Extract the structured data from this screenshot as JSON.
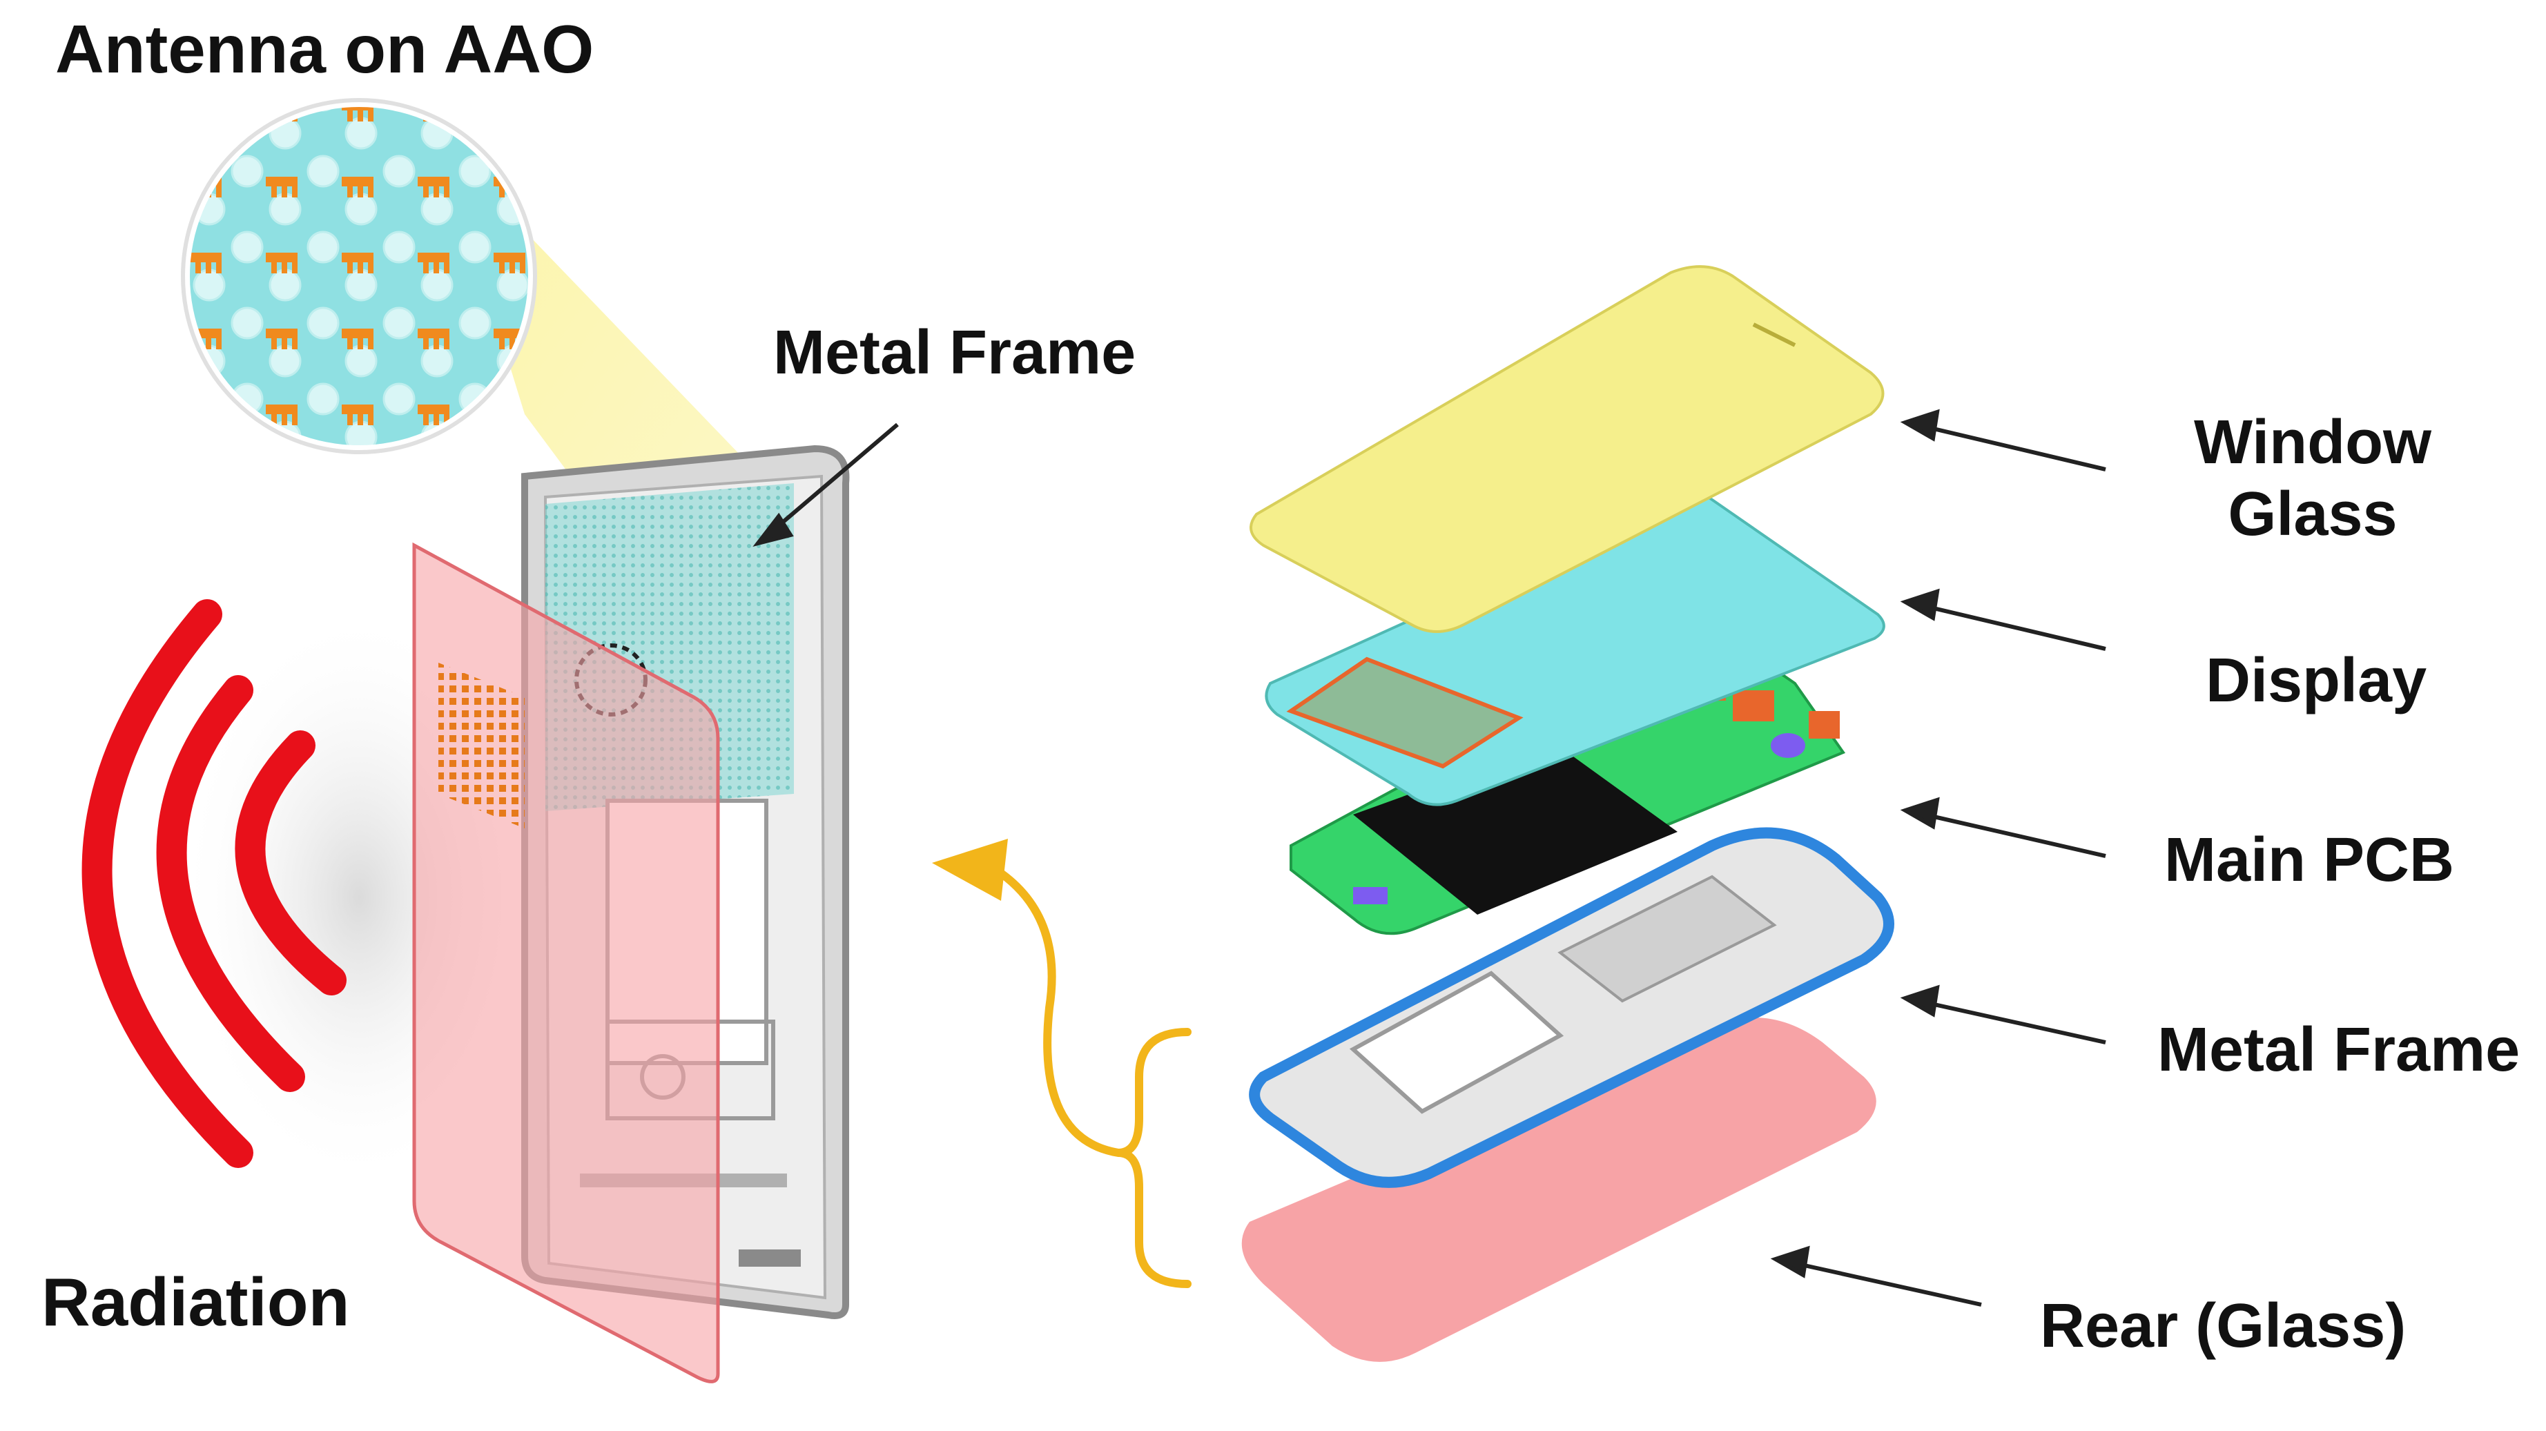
{
  "title": "Antenna on AAO",
  "callouts": {
    "metal_frame_top": "Metal Frame",
    "radiation": "Radiation"
  },
  "layers": [
    {
      "id": "window-glass",
      "label_line1": "Window",
      "label_line2": "Glass"
    },
    {
      "id": "display",
      "label_line1": "Display"
    },
    {
      "id": "main-pcb",
      "label_line1": "Main PCB"
    },
    {
      "id": "metal-frame",
      "label_line1": "Metal Frame"
    },
    {
      "id": "rear-glass",
      "label_line1": "Rear (Glass)"
    }
  ],
  "colors": {
    "window_glass": "#f5ef8c",
    "display": "#7fe3e6",
    "pcb": "#35d46a",
    "chip": "#e8662c",
    "frame_edge": "#2e86de",
    "rear": "#f7a3a6",
    "radiation": "#e8101a",
    "flow_arrow": "#f2b51a",
    "antenna": "#f08a1e",
    "aao": "#8fe0e2"
  },
  "icons": [
    "radiation-wave-icon",
    "magnifier-circle-icon",
    "flow-arrow-icon",
    "bracket-icon"
  ]
}
